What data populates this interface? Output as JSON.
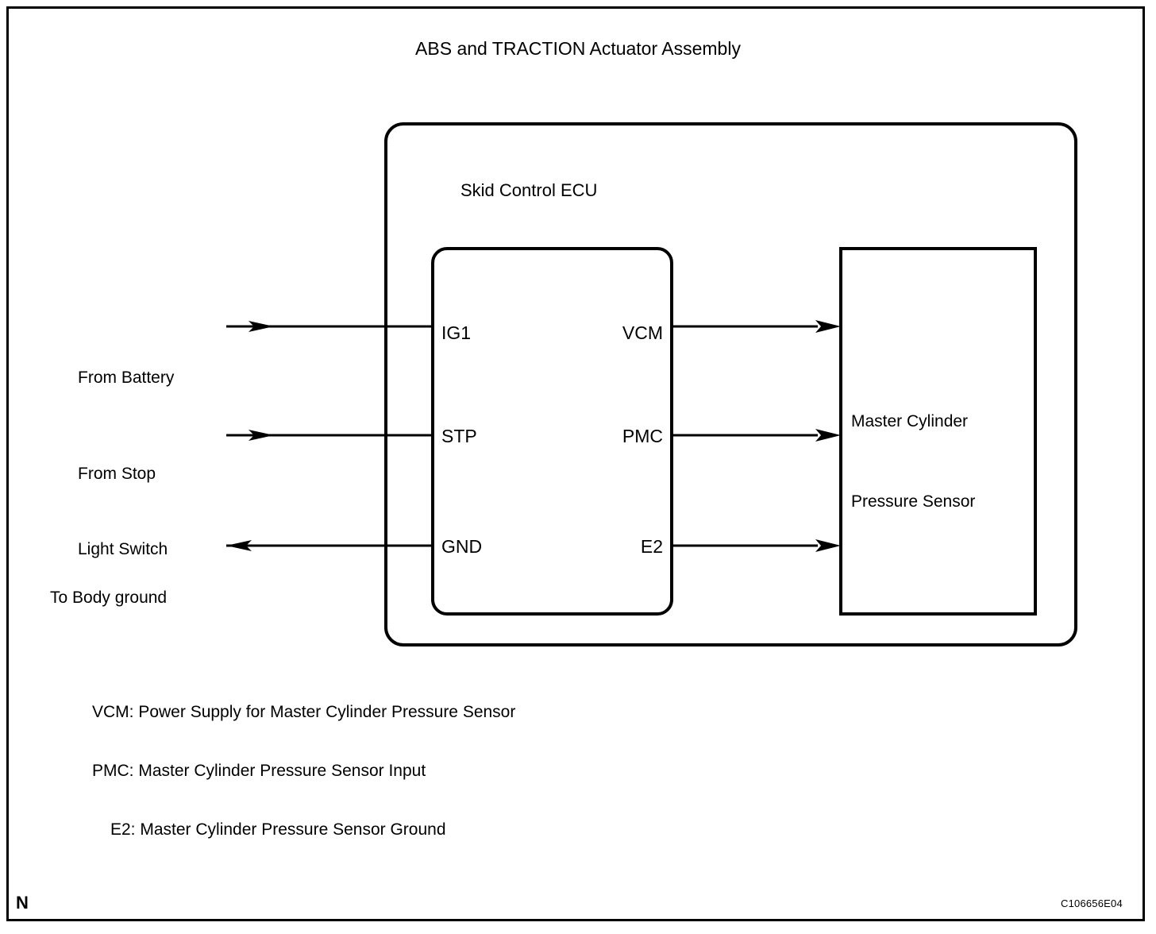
{
  "diagram": {
    "title": "ABS and TRACTION Actuator Assembly",
    "ecu_label": "Skid Control ECU",
    "sensor_label_line1": "Master Cylinder",
    "sensor_label_line2": "Pressure Sensor",
    "line_color": "#000000",
    "background_color": "#ffffff"
  },
  "sources": [
    {
      "id": "battery",
      "label_line1": "From Battery",
      "label_line2": "",
      "arrow": "right"
    },
    {
      "id": "stop-light-switch",
      "label_line1": "From Stop",
      "label_line2": "Light Switch",
      "arrow": "right"
    },
    {
      "id": "body-ground",
      "label_line1": "To Body ground",
      "label_line2": "",
      "arrow": "left"
    }
  ],
  "pins_left": [
    {
      "name": "IG1"
    },
    {
      "name": "STP"
    },
    {
      "name": "GND"
    }
  ],
  "pins_right": [
    {
      "name": "VCM"
    },
    {
      "name": "PMC"
    },
    {
      "name": "E2"
    }
  ],
  "legend": [
    "VCM: Power Supply for Master Cylinder Pressure Sensor",
    "PMC: Master Cylinder Pressure Sensor Input",
    "E2: Master Cylinder Pressure Sensor Ground"
  ],
  "corner_marks": {
    "left": "N",
    "right": "C106656E04"
  }
}
